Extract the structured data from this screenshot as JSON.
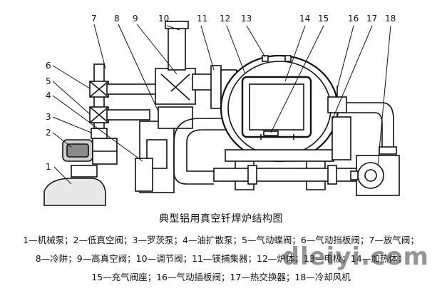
{
  "caption": "典型铝用真空钎焊炉结构图",
  "numbers": [
    "1",
    "2",
    "3",
    "4",
    "5",
    "6",
    "7",
    "8",
    "9",
    "10",
    "11",
    "12",
    "13",
    "14",
    "15",
    "16",
    "17",
    "18"
  ],
  "legend": {
    "line1": "1—机械泵；2—低真空阀；3—罗茨泵；4—油扩散泵；5—气动蝶阀；6—气动挡板阀；7—放气阀；",
    "line2": "8—冷阱；9—高真空阀；10—调节阀；11—镁捕集器；12—炉体；13—电极；14—加热体；",
    "line3": "15—充气阀座；16—气动插板阀；17—热交换器；18—冷却风机"
  },
  "watermark": "dleiyi.com"
}
